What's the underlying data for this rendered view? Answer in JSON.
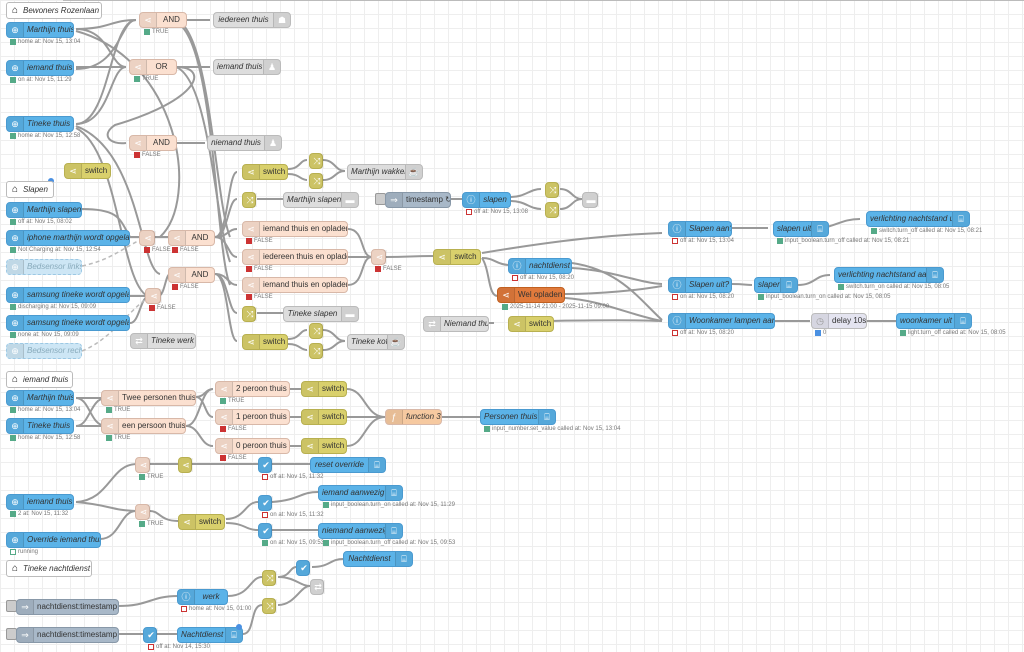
{
  "comments": {
    "bewoners": "Bewoners Rozenlaan",
    "slapen": "Slapen",
    "iemand_thuis": "iemand thuis",
    "tineke_nachtdienst": "Tineke nachtdienst"
  },
  "group1": {
    "marthijn_thuis": {
      "label": "Marthijn thuis",
      "status": "home at: Nov 15, 13:04"
    },
    "iemand_thuis": {
      "label": "iemand thuis",
      "status": "on at: Nov 15, 11:29"
    },
    "tineke_thuis": {
      "label": "Tineke thuis",
      "status": "home at: Nov 15, 12:58"
    },
    "and1": {
      "label": "AND",
      "status": "TRUE"
    },
    "or1": {
      "label": "OR",
      "status": "TRUE"
    },
    "and2": {
      "label": "AND",
      "status": "FALSE"
    },
    "iedereen_thuis": "iedereen thuis",
    "iemand_thuis_out": "iemand thuis",
    "niemand_thuis": "niemand thuis",
    "switch_small": "switch"
  },
  "group2": {
    "marthijn_slapen": {
      "label": "Marthijn slapen",
      "status": "off at: Nov 15, 08:02"
    },
    "iphone": {
      "label": "iphone marthijn wordt opgeladen",
      "status": "Not Charging at: Nov 15, 12:54"
    },
    "bedsensor_links": "Bedsensor links",
    "samsung1": {
      "label": "samsung tineke wordt opgeladen",
      "status": "discharging at: Nov 15, 09:09"
    },
    "samsung2": {
      "label": "samsung tineke wordt opgeladen",
      "status": "none at: Nov 15, 09:09"
    },
    "bedsensor_rechts": "Bedsensor rechts",
    "tineke_werk": "Tineke werk",
    "gate_a_status": "FALSE",
    "and3": {
      "label": "AND",
      "status": "FALSE"
    },
    "gate_b_status": "FALSE",
    "and4": {
      "label": "AND",
      "status": "FALSE"
    },
    "switch_top": "switch",
    "marthijn_wakker": "Marthijn wakker",
    "marthijn_slapen_out": "Marthijn slapen",
    "iemand_opladen1": {
      "label": "iemand thuis en opladen",
      "status": "FALSE"
    },
    "iedereen_opladen": {
      "label": "iedereen thuis en opladen",
      "status": "FALSE"
    },
    "iemand_opladen2": {
      "label": "iemand thuis en opladen",
      "status": "FALSE"
    },
    "tineke_slapen": "Tineke slapen",
    "switch_bottom": "switch",
    "tineke_koffie": "Tineke koffie",
    "merge_status": "FALSE",
    "timestamp": "timestamp ↻",
    "slapen": {
      "label": "slapen",
      "status": "off at: Nov 15, 13:08"
    },
    "switch_main": "switch",
    "nachtdienst": {
      "label": "nachtdienst",
      "status": "off at: Nov 15, 08:20"
    },
    "wel_opladen": {
      "label": "Wel opladen",
      "status": "2025-11-14 21:00 - 2025-11-15 09:00"
    },
    "niemand_thuis_in": "Niemand thuis",
    "switch_niemand": "switch",
    "slapen_aan": {
      "label": "Slapen aan?",
      "status": "off at: Nov 15, 13:04"
    },
    "slapen_uit_call": {
      "label": "slapen uit",
      "status": "input_boolean.turn_off called at: Nov 15, 08:21"
    },
    "verlichting_uit": {
      "label": "verlichting nachtstand uit",
      "status": "switch.turn_off called at: Nov 15, 08:21"
    },
    "slapen_uit_q": {
      "label": "Slapen uit?",
      "status": "on at: Nov 15, 08:20"
    },
    "slapen_call": {
      "label": "slapen",
      "status": "input_boolean.turn_on called at: Nov 15, 08:05"
    },
    "verlichting_aan": {
      "label": "verlichting nachtstand aan",
      "status": "switch.turn_on called at: Nov 15, 08:05"
    },
    "woonkamer_q": {
      "label": "Woonkamer lampen aan?",
      "status": "off at: Nov 15, 08:20"
    },
    "delay": {
      "label": "delay 10s",
      "status": "0"
    },
    "woonkamer_uit": {
      "label": "woonkamer uit",
      "status": "light.turn_off called at: Nov 15, 08:05"
    }
  },
  "group3": {
    "marthijn_thuis": {
      "label": "Marthijn thuis",
      "status": "home at: Nov 15, 13:04"
    },
    "tineke_thuis": {
      "label": "Tineke thuis",
      "status": "home at: Nov 15, 12:58"
    },
    "twee": {
      "label": "Twee personen thuis",
      "status": "TRUE"
    },
    "een": {
      "label": "een persoon thuis",
      "status": "TRUE"
    },
    "p2": {
      "label": "2 peroon thuis",
      "status": "TRUE"
    },
    "p1": {
      "label": "1 peroon thuis",
      "status": "FALSE"
    },
    "p0": {
      "label": "0 peroon thuis",
      "status": "FALSE"
    },
    "switch": "switch",
    "function": "function 3",
    "personen": {
      "label": "Personen thuis",
      "status": "input_number.set_value called at: Nov 15, 13:04"
    },
    "iemand_thuis": {
      "label": "iemand thuis",
      "status": "2 at: Nov 15, 11:32"
    },
    "override": {
      "label": "Override iemand thuis",
      "status": "running"
    },
    "gate_top_status": "TRUE",
    "gate_bot_status": "TRUE",
    "switch_override": "switch",
    "check1_status": "off at: Nov 15, 11:32",
    "check2_status": "on at: Nov 15, 11:32",
    "check3_status": "on at: Nov 15, 09:53",
    "reset_override": "reset override",
    "iemand_aanwezig": {
      "label": "iemand aanwezig",
      "status": "input_boolean.turn_on called at: Nov 15, 11:29"
    },
    "niemand_aanwezig": {
      "label": "niemand aanwezig",
      "status": "input_boolean.turn_off called at: Nov 15, 09:53"
    }
  },
  "group4": {
    "ts1": "nachtdienst:timestamp ↻",
    "ts2": "nachtdienst:timestamp ↻",
    "werk": {
      "label": "werk",
      "status": "home at: Nov 15, 01:00"
    },
    "check_status": "off at: Nov 14, 15:30",
    "nachtdienst_call": "Nachtdienst",
    "nachtdienst_top": "Nachtdienst"
  }
}
